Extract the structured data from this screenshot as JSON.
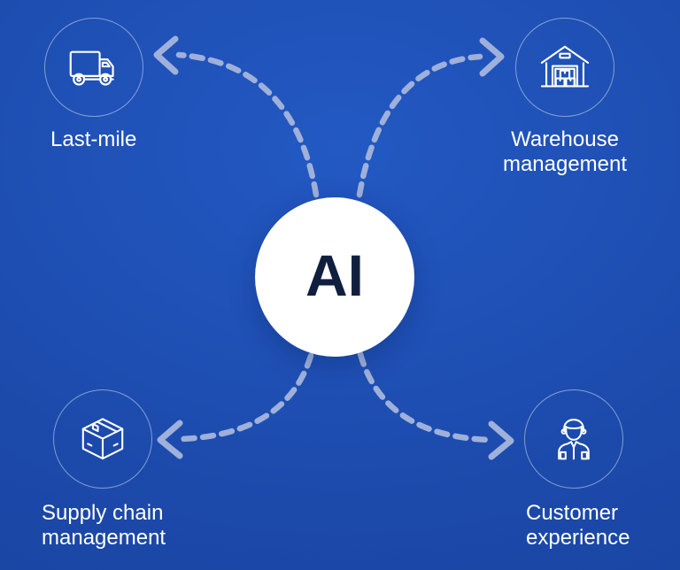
{
  "diagram": {
    "type": "hub-and-spoke",
    "center": {
      "label": "AI"
    },
    "nodes": [
      {
        "id": "last-mile",
        "label": "Last-mile",
        "icon": "truck-icon",
        "position": "top-left"
      },
      {
        "id": "warehouse-management",
        "label": "Warehouse\nmanagement",
        "icon": "warehouse-icon",
        "position": "top-right"
      },
      {
        "id": "supply-chain-management",
        "label": "Supply chain\nmanagement",
        "icon": "package-box-icon",
        "position": "bottom-left"
      },
      {
        "id": "customer-experience",
        "label": "Customer\nexperience",
        "icon": "person-headset-icon",
        "position": "bottom-right"
      }
    ],
    "connections": [
      {
        "from": "center",
        "to": "last-mile",
        "style": "dashed-curved-arrow"
      },
      {
        "from": "center",
        "to": "warehouse-management",
        "style": "dashed-curved-arrow"
      },
      {
        "from": "center",
        "to": "supply-chain-management",
        "style": "dashed-curved-arrow"
      },
      {
        "from": "center",
        "to": "customer-experience",
        "style": "dashed-curved-arrow"
      }
    ]
  },
  "colors": {
    "background_center": "#2359c3",
    "background_edge": "#173f97",
    "hub_fill": "#ffffff",
    "hub_text": "#111f3f",
    "node_ring": "rgba(255,255,255,0.45)",
    "arrow": "#9fb0da",
    "icon": "#ffffff",
    "label_text": "#ffffff"
  }
}
